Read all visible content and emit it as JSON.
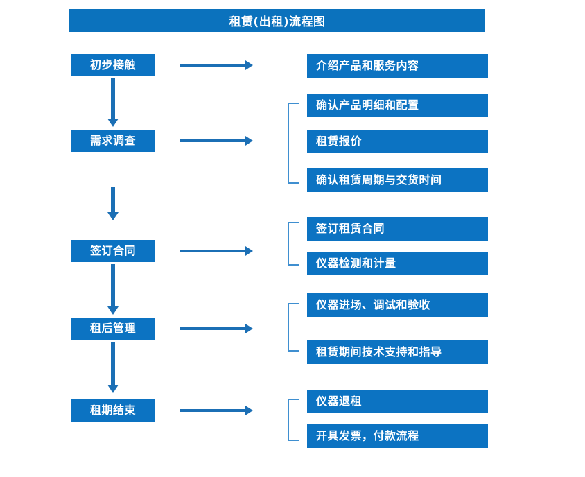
{
  "diagram": {
    "title": "租赁(出租)流程图",
    "colors": {
      "title_bar": "#0b72bd",
      "box_fill": "#0c73c2",
      "box_text": "#ffffff",
      "arrow": "#1b6fb5",
      "bracket": "#3f8fd0",
      "background": "#ffffff"
    },
    "stages": [
      {
        "name": "初步接触",
        "details": [
          "介绍产品和服务内容"
        ],
        "bracketed": false
      },
      {
        "name": "需求调查",
        "details": [
          "确认产品明细和配置",
          "租赁报价",
          "确认租赁周期与交货时间"
        ],
        "bracketed": true
      },
      {
        "name": "签订合同",
        "details": [
          "签订租赁合同",
          "仪器检测和计量"
        ],
        "bracketed": true
      },
      {
        "name": "租后管理",
        "details": [
          "仪器进场、调试和验收",
          "租赁期间技术支持和指导"
        ],
        "bracketed": true
      },
      {
        "name": "租期结束",
        "details": [
          "仪器退租",
          "开具发票，付款流程"
        ],
        "bracketed": true
      }
    ]
  }
}
